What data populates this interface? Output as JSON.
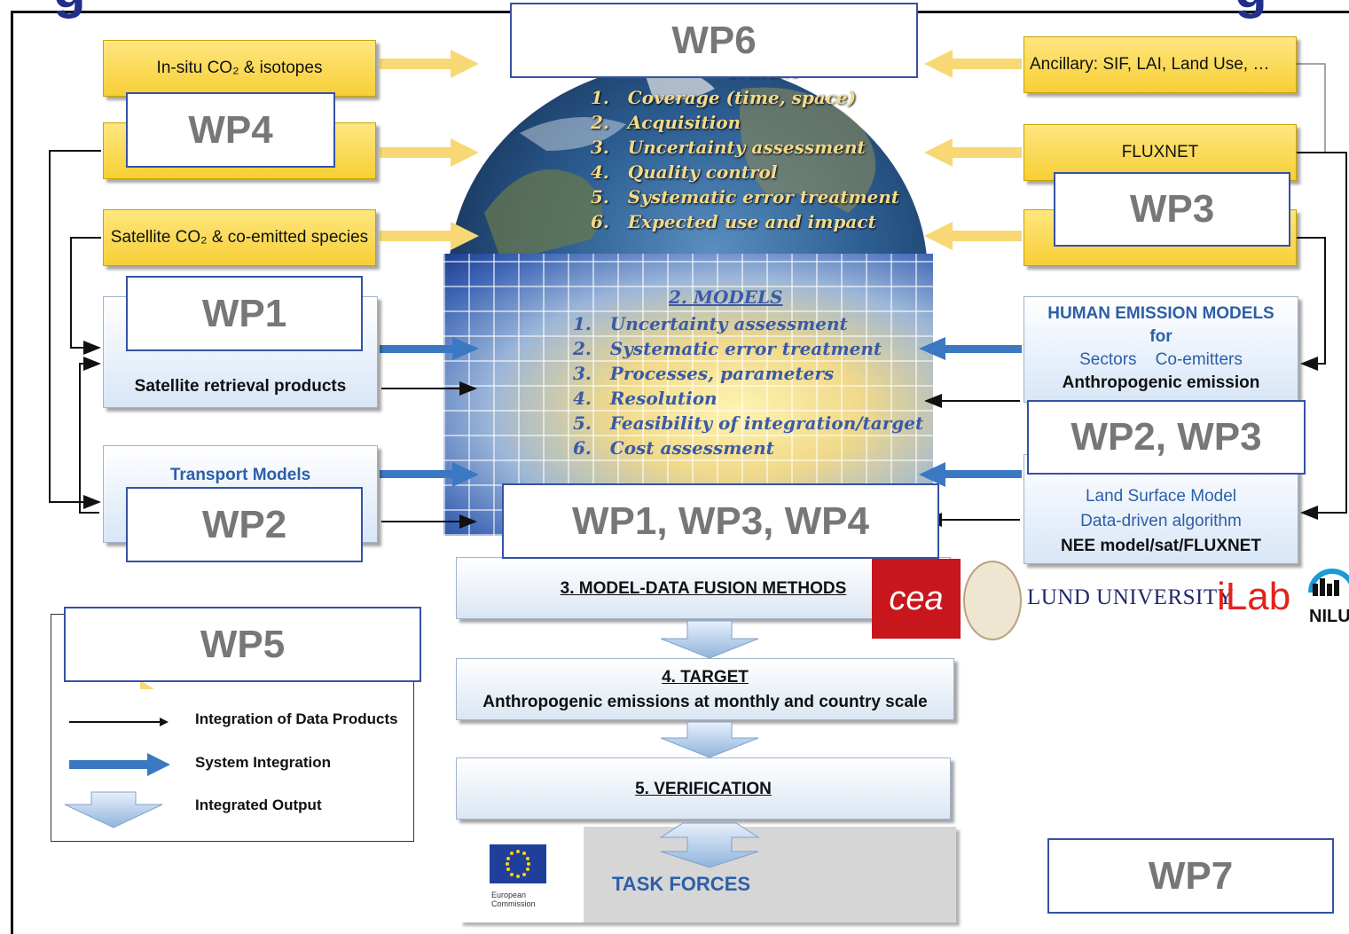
{
  "data_sources": {
    "insitu": "In-situ CO₂ & isotopes",
    "satellite": "Satellite CO₂ & co-emitted species",
    "ancillary": "Ancillary: SIF, LAI, Land Use, …",
    "fluxnet": "FLUXNET"
  },
  "data_panel": {
    "title": "1. DATA",
    "items": [
      "Coverage (time, space)",
      "Acquisition",
      "Uncertainty assessment",
      "Quality control",
      "Systematic error treatment",
      "Expected use and impact"
    ]
  },
  "models_panel": {
    "title": "2. MODELS",
    "items": [
      "Uncertainty assessment",
      "Systematic error treatment",
      "Processes, parameters",
      "Resolution",
      "Feasibility of integration/target",
      "Cost assessment"
    ]
  },
  "left_models": {
    "satellite_retrieval": "Satellite retrieval products",
    "transport": "Transport Models"
  },
  "right_models": {
    "human_title": "HUMAN EMISSION MODELS",
    "human_for": "for",
    "human_sectors": "Sectors",
    "human_coemitters": "Co-emitters",
    "human_anthro": "Anthropogenic emission",
    "natural_lsm": "Land Surface Model",
    "natural_ddalg": "Data-driven algorithm",
    "natural_nee": "NEE model/sat/FLUXNET"
  },
  "steps": {
    "fusion": "3. MODEL-DATA FUSION METHODS",
    "target_title": "4. TARGET",
    "target_sub": "Anthropogenic emissions at monthly and country scale",
    "verification": "5. VERIFICATION",
    "task_forces": "TASK FORCES"
  },
  "legend": {
    "data_products": "Integration of Data Products",
    "system_integration": "System Integration",
    "integrated_output": "Integrated Output"
  },
  "work_packages": {
    "wp6": "WP6",
    "wp4": "WP4",
    "wp3": "WP3",
    "wp1": "WP1",
    "wp2_wp3": "WP2, WP3",
    "wp2": "WP2",
    "wp1_wp3_wp4": "WP1, WP3, WP4",
    "wp5": "WP5",
    "wp7": "WP7"
  },
  "logos": {
    "cea": "cea",
    "lund": "LUND UNIVERSITY",
    "ilab": "iLab",
    "nilu": "NILU",
    "ec_line1": "European",
    "ec_line2": "Commission"
  },
  "colors": {
    "wp_border": "#3552a4",
    "yellow_box": "#f7cf35",
    "blue_arrow": "#3b78c2",
    "title_blue": "#1f2f8a"
  }
}
